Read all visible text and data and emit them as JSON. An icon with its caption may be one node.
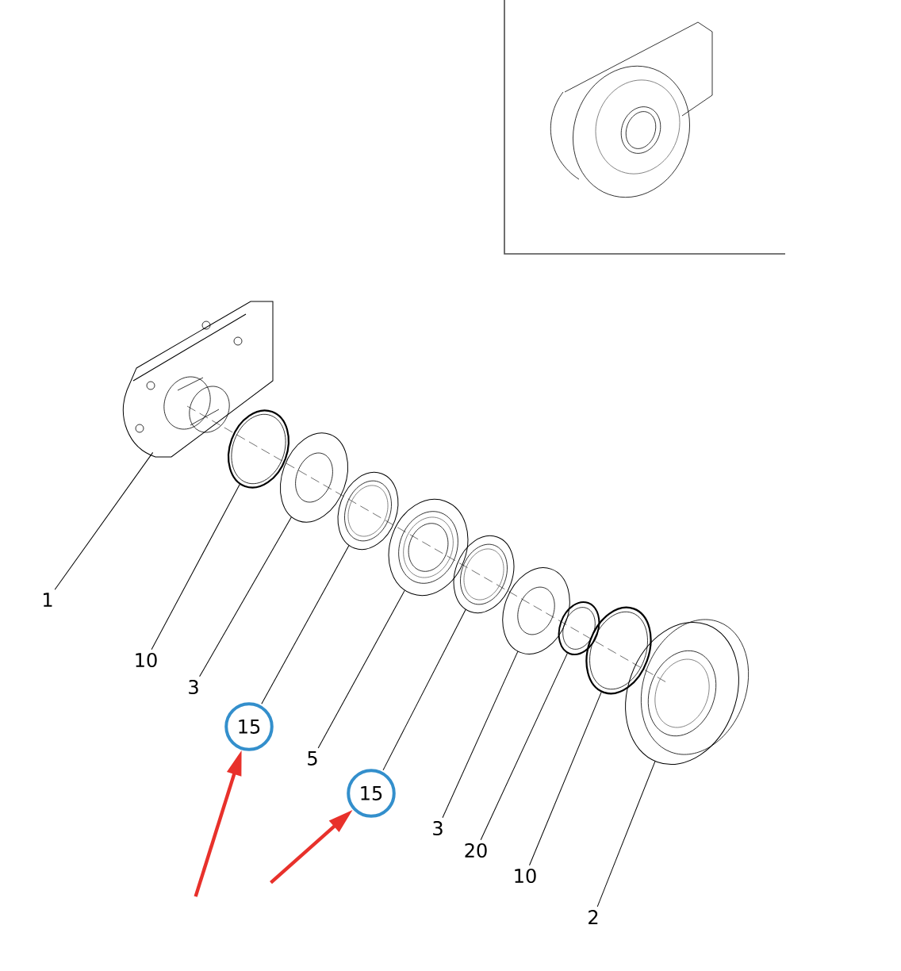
{
  "diagram": {
    "nodes": [
      {
        "text": [
          "1"
        ]
      },
      {
        "text": [
          "10"
        ]
      },
      {
        "text": [
          "3"
        ]
      },
      {
        "text": [
          "15"
        ]
      },
      {
        "text": [
          "5"
        ]
      },
      {
        "text": [
          "15"
        ]
      },
      {
        "text": [
          "3"
        ]
      },
      {
        "text": [
          "20"
        ]
      },
      {
        "text": [
          "10"
        ]
      },
      {
        "text": [
          "2"
        ]
      },
      {
        "text": [],
        "shape": "picture"
      },
      {
        "text": [],
        "shape": "picture"
      },
      {
        "text": [],
        "shape": "picture"
      },
      {
        "text": [],
        "shape": "picture"
      },
      {
        "text": [],
        "shape": "picture"
      },
      {
        "text": [],
        "shape": "picture"
      },
      {
        "text": [],
        "shape": "picture"
      },
      {
        "text": [],
        "shape": "picture"
      },
      {
        "text": [],
        "shape": "picture"
      },
      {
        "text": [],
        "shape": "picture"
      }
    ],
    "edges": [
      {
        "from": 0,
        "to": 10,
        "arrow": "none"
      },
      {
        "from": 1,
        "to": 11,
        "arrow": "none"
      },
      {
        "from": 2,
        "to": 12,
        "arrow": "none"
      },
      {
        "from": 3,
        "to": 13,
        "arrow": "none"
      },
      {
        "from": 4,
        "to": 14,
        "arrow": "none"
      },
      {
        "from": 5,
        "to": 15,
        "arrow": "none"
      },
      {
        "from": 6,
        "to": 16,
        "arrow": "none"
      },
      {
        "from": 7,
        "to": 17,
        "arrow": "none"
      },
      {
        "from": 8,
        "to": 18,
        "arrow": "none"
      },
      {
        "from": 9,
        "to": 19,
        "arrow": "none"
      },
      {
        "from": null,
        "to": 3,
        "arrow": "to",
        "style": "thick",
        "color": "#e8312b"
      },
      {
        "from": null,
        "to": 5,
        "arrow": "to",
        "style": "thick",
        "color": "#e8312b"
      }
    ]
  }
}
